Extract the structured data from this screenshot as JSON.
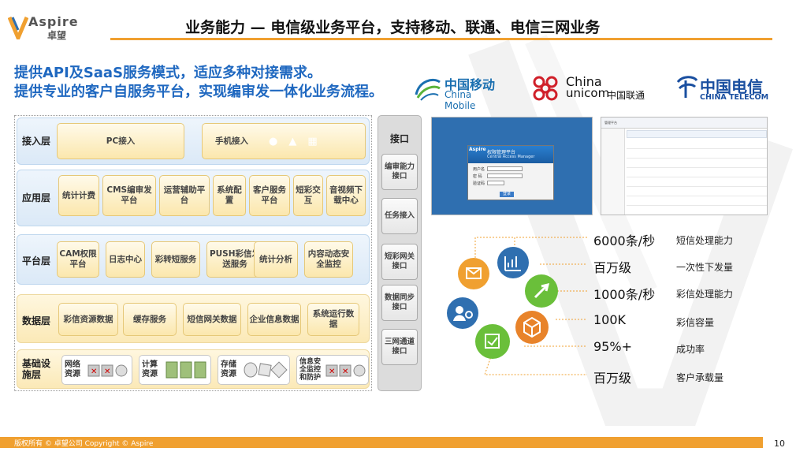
{
  "header": {
    "logo_en": "Aspire",
    "logo_cn": "卓望",
    "title": "业务能力 — 电信级业务平台，支持移动、联通、电信三网业务"
  },
  "intro": {
    "line1": "提供API及SaaS服务模式，适应多种对接需求。",
    "line2": "提供专业的客户自服务平台，实现编审发一体化业务流程。"
  },
  "carriers": {
    "china_mobile": {
      "cn": "中国移动",
      "en": "China Mobile"
    },
    "china_unicom": {
      "en1": "China",
      "en2": "unicom",
      "cn": "中国联通"
    },
    "china_telecom": {
      "cn": "中国电信",
      "en": "CHINA TELECOM"
    }
  },
  "architecture": {
    "access_layer": {
      "label": "接入层",
      "pc": "PC接入",
      "mobile": "手机接入"
    },
    "app_layer": {
      "label": "应用层",
      "items": [
        "统计计费",
        "CMS编审发平台",
        "运营辅助平台",
        "系统配置",
        "客户服务平台",
        "短彩交互",
        "音视频下载中心"
      ]
    },
    "platform_layer": {
      "label": "平台层",
      "items": [
        "CAM权限平台",
        "日志中心",
        "彩转短服务",
        "PUSH彩信发送服务",
        "统计分析",
        "内容动态安全监控"
      ]
    },
    "data_layer": {
      "label": "数据层",
      "items": [
        "彩信资源数据",
        "缓存服务",
        "短信网关数据",
        "企业信息数据",
        "系统运行数据"
      ]
    },
    "infra_layer": {
      "label": "基础设施层",
      "items": [
        "网络资源",
        "计算资源",
        "存储资源",
        "信息安全监控和防护"
      ]
    },
    "interface": {
      "title": "接口",
      "items": [
        "编审能力接口",
        "任务接入",
        "短彩网关接口",
        "数据同步接口",
        "三网通道接口"
      ]
    }
  },
  "screenshots": {
    "login": {
      "title": "权限管理平台",
      "subtitle": "Central Access Manager",
      "brand": "Aspire",
      "user": "用户名",
      "pwd": "密 码",
      "code": "验证码",
      "btn": "登录"
    },
    "console": {
      "title": "管理平台"
    }
  },
  "metrics": [
    {
      "value": "6000条/秒",
      "desc": "短信处理能力"
    },
    {
      "value": "百万级",
      "desc": "一次性下发量"
    },
    {
      "value": "1000条/秒",
      "desc": "彩信处理能力"
    },
    {
      "value": "100K",
      "desc": "彩信容量"
    },
    {
      "value": "95%+",
      "desc": "成功率"
    },
    {
      "value": "百万级",
      "desc": "客户承载量"
    }
  ],
  "colors": {
    "accent": "#f0a030",
    "title_blue": "#1f68c0",
    "metric_circles": [
      "#f0a030",
      "#2f6fb0",
      "#6abf3a",
      "#2f6fb0",
      "#e8832a",
      "#6abf3a"
    ]
  },
  "footer": {
    "copyright": "版权所有 © 卓望公司 Copyright © Aspire",
    "page": "10"
  }
}
